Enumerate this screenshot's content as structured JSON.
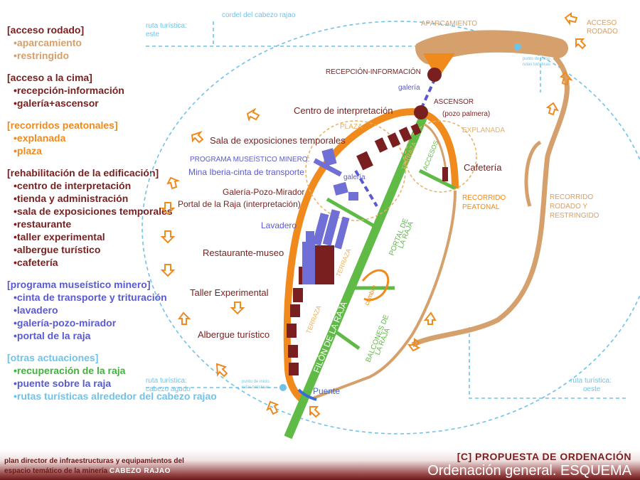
{
  "colors": {
    "dark_red": "#7a1f1f",
    "orange": "#f08a1c",
    "tan": "#d6a06c",
    "green": "#5fba46",
    "blue": "#6f6fd6",
    "light_blue": "#6fc3ea",
    "title_red": "#7a1f1f"
  },
  "legend": [
    {
      "title": "[acceso rodado]",
      "title_color": "#7a1f1f",
      "item_color": "#d6a06c",
      "items": [
        "aparcamiento",
        "restringido"
      ]
    },
    {
      "title": "[acceso a la cima]",
      "title_color": "#7a1f1f",
      "item_color": "#7a1f1f",
      "items": [
        "recepción-información",
        "galería+ascensor"
      ]
    },
    {
      "title": "[recorridos peatonales]",
      "title_color": "#f08a1c",
      "item_color": "#f08a1c",
      "items": [
        "explanada",
        "plaza"
      ]
    },
    {
      "title": "[rehabilitación de la edificación]",
      "title_color": "#7a1f1f",
      "item_color": "#7a1f1f",
      "items": [
        "centro de interpretación",
        "tienda y administración",
        "sala de exposiciones temporales",
        "restaurante",
        "taller experimental",
        "albergue turístico",
        "cafetería"
      ]
    },
    {
      "title": "[programa museístico minero]",
      "title_color": "#5a5ad0",
      "item_color": "#5a5ad0",
      "items": [
        "cinta de transporte y trituración",
        "lavadero",
        "galería-pozo-mirador",
        "portal de la raja"
      ]
    },
    {
      "title": "[otras actuaciones]",
      "title_color": "#6fc3ea",
      "item_colors": [
        "#3fb33a",
        "#5a5ad0",
        "#6fc3ea"
      ],
      "items": [
        "recuperación de la raja",
        "puente sobre la raja",
        "rutas turísticas alrededor del cabezo rajao"
      ]
    }
  ],
  "labels": {
    "cordel": "cordel del cabezo rajao",
    "ruta_este_1": "ruta turística:",
    "ruta_este_2": "este",
    "ruta_agudo_1": "ruta turística:",
    "ruta_agudo_2": "cabezo agudo",
    "ruta_oeste_1": "ruta turística:",
    "ruta_oeste_2": "oeste",
    "aparcamiento": "APARCAMIENTO",
    "acceso_rodado_1": "ACCESO",
    "acceso_rodado_2": "RODADO",
    "punto_inicio_1": "punto de inicio",
    "punto_inicio_2": "rutas turísticas",
    "recepcion": "RECEPCIÓN-INFORMACIÓN",
    "galeria": "galería",
    "ascensor_1": "ASCENSOR",
    "ascensor_2": "(pozo palmera)",
    "centro": "Centro de interpretación",
    "plaza": "PLAZA",
    "explanada": "EXPLANADA",
    "sala": "Sala de exposiciones temporales",
    "programa": "PROGRAMA MUSEÍSTICO MINERO:",
    "mina": "Mina Iberia-cinta de transporte",
    "galeria2": "galería",
    "galeria_pozo": "Galería-Pozo-Mirador",
    "portal_raja_int": "Portal de la Raja (interpretación)",
    "lavadero": "Lavadero",
    "restaurante": "Restaurante-museo",
    "taller": "Taller Experimental",
    "albergue": "Albergue turístico",
    "cafeteria": "Cafetería",
    "recorrido_peatonal_1": "RECORRIDO",
    "recorrido_peatonal_2": "PEATONAL",
    "recorrido_rodado_1": "RECORRIDO",
    "recorrido_rodado_2": "RODADO Y",
    "recorrido_rodado_3": "RESTRINGIDO",
    "terraza": "TERRAZA",
    "accesos": "ACCESOS",
    "portal_de_la_raja_1": "PORTAL DE",
    "portal_de_la_raja_2": "LA RAJA",
    "filon": "FILÓN DE LA RAJA",
    "cumbre": "cumbre",
    "balcones_1": "BALCONES DE",
    "balcones_2": "LA RAJA",
    "puente": "Puente"
  },
  "footer": {
    "left_line1": "plan director de infraestructuras y equipamientos del",
    "left_line2": "espacio temático de la minería",
    "left_brand": "CABEZO RAJAO",
    "right_title": "[C] PROPUESTA DE ORDENACIÓN",
    "right_subtitle": "Ordenación general. ESQUEMA"
  }
}
